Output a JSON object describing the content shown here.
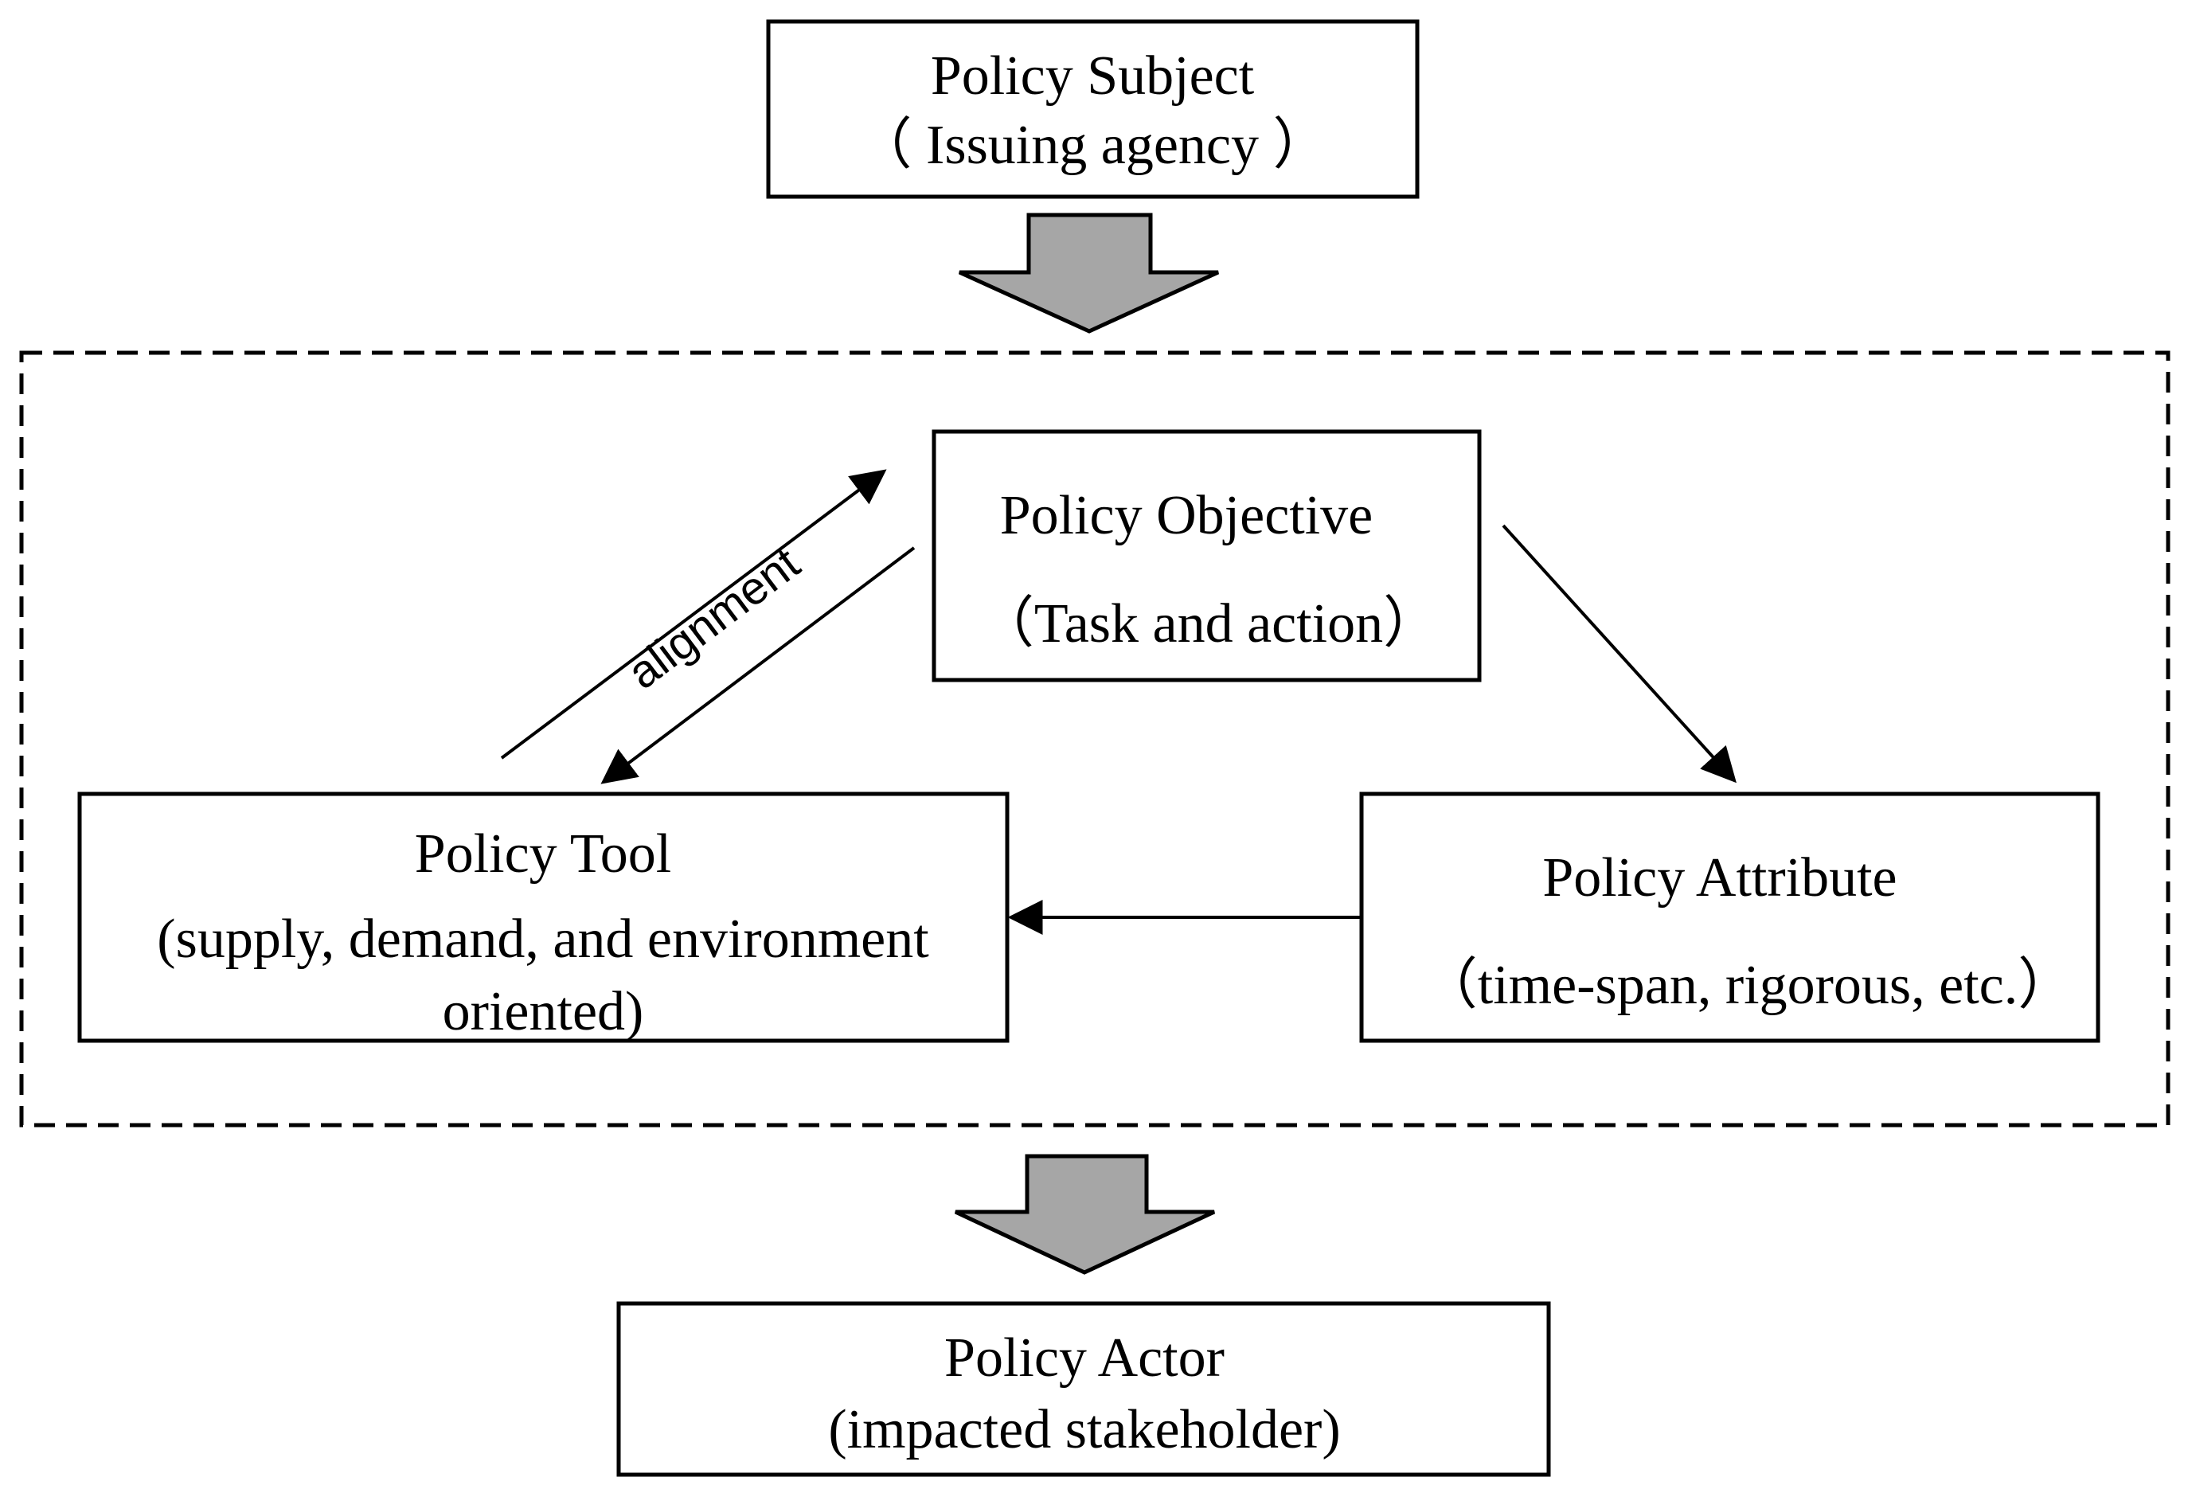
{
  "nodes": {
    "subject": {
      "title": "Policy Subject",
      "subtitle": "（ Issuing agency ）"
    },
    "objective": {
      "title": "Policy Objective",
      "subtitle": "（Task and action）"
    },
    "tool": {
      "title": "Policy Tool",
      "subtitle_line1": "(supply, demand, and environment",
      "subtitle_line2": "oriented)"
    },
    "attribute": {
      "title": "Policy Attribute",
      "subtitle": "（time-span, rigorous, etc.）"
    },
    "actor": {
      "title": "Policy Actor",
      "subtitle": "(impacted stakeholder)"
    }
  },
  "edges": {
    "alignment_label": "alignment"
  },
  "colors": {
    "big_arrow_fill": "#a6a6a6",
    "stroke": "#000000"
  }
}
